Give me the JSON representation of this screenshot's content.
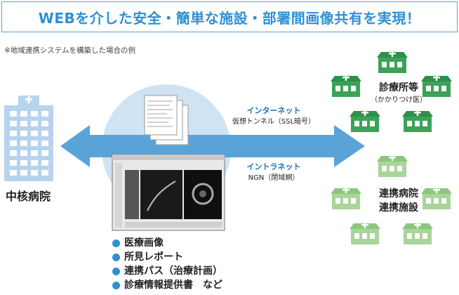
{
  "banner": {
    "title": "WEBを介した安全・簡単な施設・部署間画像共有を実現！"
  },
  "note": "※地域連携システムを構築した場合の例",
  "hospital": {
    "label": "中核病院"
  },
  "networks": {
    "internet": {
      "name": "インターネット",
      "sub": "仮想トンネル（SSL暗号）"
    },
    "intranet": {
      "name": "イントラネット",
      "sub": "NGN（閉域網）"
    }
  },
  "clinics": {
    "label": "診療所等",
    "sub": "（かかりつけ医）"
  },
  "cooperating": {
    "line1": "連携病院",
    "line2": "連携施設"
  },
  "shared_items": [
    "医療画像",
    "所見レポート",
    "連携パス（治療計画）",
    "診療情報提供書　など"
  ],
  "colors": {
    "accent": "#2e8fd4",
    "building_blue": "#b7d3ee",
    "clinic_green": "#3aa357",
    "coop_green": "#a8d59a",
    "arrow_blue": "#5aa3d8"
  }
}
